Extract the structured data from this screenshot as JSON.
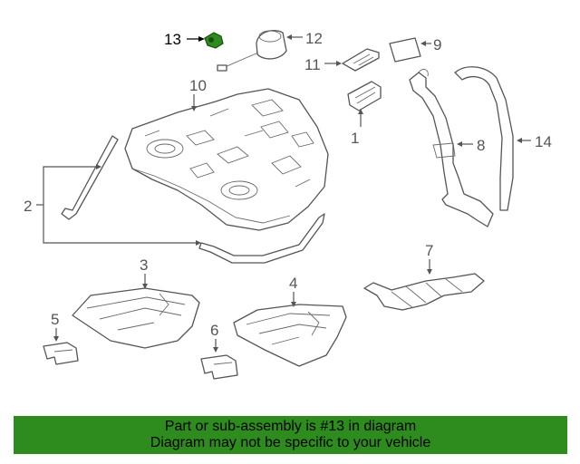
{
  "diagram": {
    "highlight_color": "#2e8b1e",
    "callouts": [
      {
        "id": "c13",
        "label": "13"
      },
      {
        "id": "c12",
        "label": "12"
      },
      {
        "id": "c11",
        "label": "11"
      },
      {
        "id": "c9",
        "label": "9"
      },
      {
        "id": "c1",
        "label": "1"
      },
      {
        "id": "c10",
        "label": "10"
      },
      {
        "id": "c8",
        "label": "8"
      },
      {
        "id": "c14",
        "label": "14"
      },
      {
        "id": "c2",
        "label": "2"
      },
      {
        "id": "c7",
        "label": "7"
      },
      {
        "id": "c3",
        "label": "3"
      },
      {
        "id": "c4",
        "label": "4"
      },
      {
        "id": "c5",
        "label": "5"
      },
      {
        "id": "c6",
        "label": "6"
      }
    ]
  },
  "banner": {
    "line1": "Part or sub-assembly is #13 in diagram",
    "line2": "Diagram may not be specific to your vehicle",
    "background": "#2e8b1e"
  }
}
